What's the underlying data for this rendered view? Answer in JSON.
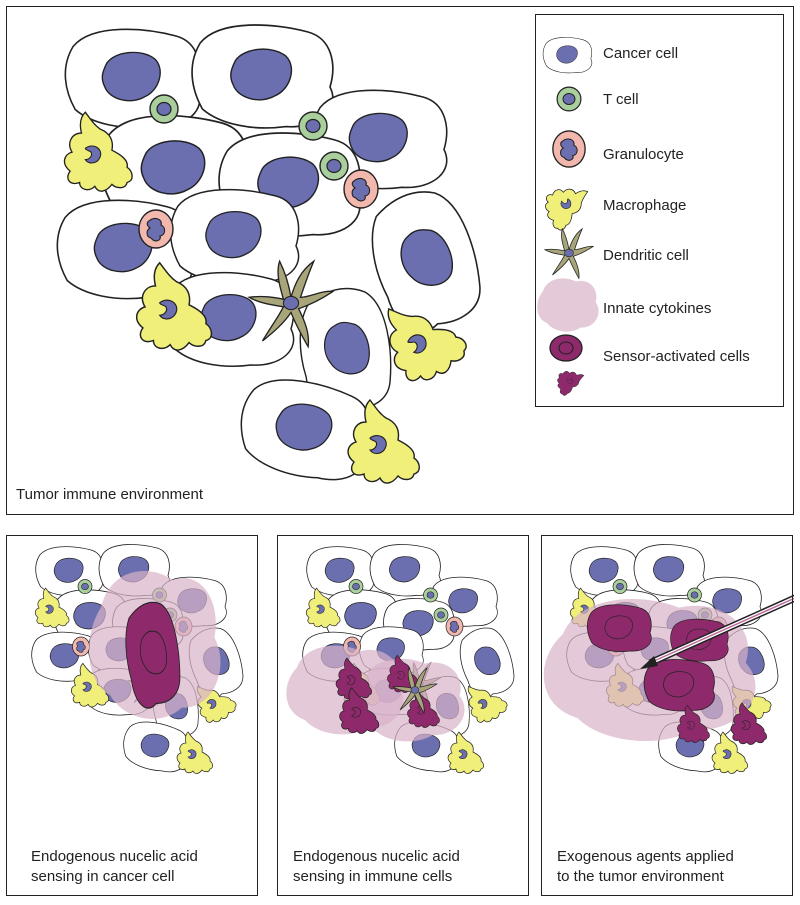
{
  "main_panel": {
    "caption": "Tumor immune environment"
  },
  "legend": {
    "items": [
      {
        "label": "Cancer cell",
        "icon": "cancer-cell-icon"
      },
      {
        "label": "T cell",
        "icon": "t-cell-icon"
      },
      {
        "label": "Granulocyte",
        "icon": "granulocyte-icon"
      },
      {
        "label": "Macrophage",
        "icon": "macrophage-icon"
      },
      {
        "label": "Dendritic cell",
        "icon": "dendritic-cell-icon"
      },
      {
        "label": "Innate cytokines",
        "icon": "cytokine-cloud-icon"
      },
      {
        "label": "Sensor-activated cells",
        "icon": "sensor-activated-cell-icon"
      }
    ]
  },
  "scenarios": [
    {
      "caption_line1": "Endogenous nucelic acid",
      "caption_line2": "sensing in cancer cell"
    },
    {
      "caption_line1": "Endogenous nucelic acid",
      "caption_line2": "sensing in immune cells"
    },
    {
      "caption_line1": "Exogenous agents applied",
      "caption_line2": "to the tumor environment"
    }
  ],
  "colors": {
    "nucleus": "#6b6faf",
    "t_cell": "#a9cf9c",
    "granulocyte": "#f2b7ad",
    "macrophage": "#f0ef7a",
    "dendritic": "#a8a57a",
    "cytokine": "#d9b2c9",
    "activated": "#8e2a6c"
  }
}
